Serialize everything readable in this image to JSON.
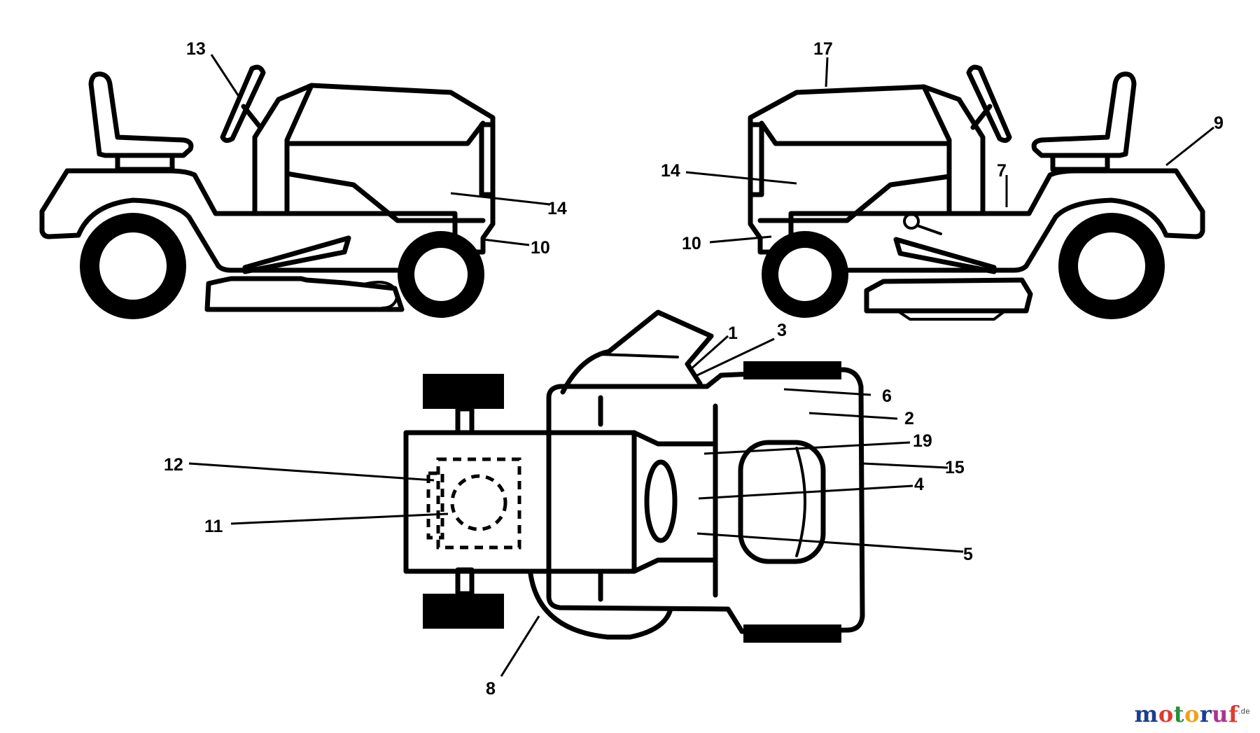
{
  "callouts": {
    "c13": "13",
    "c17": "17",
    "c9": "9",
    "c7": "7",
    "c14a": "14",
    "c14b": "14",
    "c10a": "10",
    "c10b": "10",
    "c1": "1",
    "c3": "3",
    "c6": "6",
    "c2": "2",
    "c19": "19",
    "c15": "15",
    "c4": "4",
    "c5": "5",
    "c12": "12",
    "c11": "11",
    "c8": "8"
  },
  "watermark": {
    "letters": [
      "m",
      "o",
      "t",
      "o",
      "r",
      "u",
      "f"
    ],
    "suffix": ".de",
    "colors": [
      "#1a3f8f",
      "#e03a2f",
      "#2a8f3a",
      "#f0a020",
      "#1a3f8f",
      "#b03090",
      "#e03a2f"
    ]
  }
}
